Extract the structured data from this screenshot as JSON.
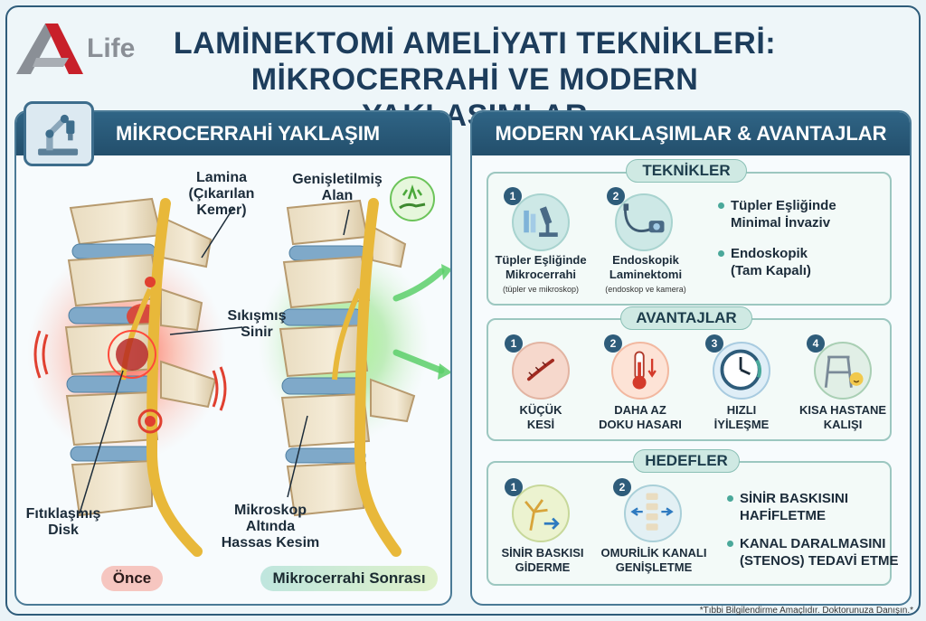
{
  "logo": {
    "text": "Life",
    "icon": "a-letter-logo"
  },
  "title": {
    "line1": "LAMİNEKTOMİ AMELİYATI TEKNİKLERİ:",
    "line2": "MİKROCERRAHİ VE MODERN YAKLAŞIMLAR"
  },
  "left_panel": {
    "heading": "MİKROCERRAHİ YAKLAŞIM",
    "icon": "robotic-arm-microscope-icon",
    "labels": {
      "lamina": "Lamina\n(Çıkarılan\nKemer)",
      "sikismis_sinir": "Sıkışmış\nSinir",
      "fitiklasmis_disk": "Fıtıklaşmış\nDisk",
      "genisletilmis_alan": "Genişletilmiş\nAlan",
      "mikroskop": "Mikroskop\nAltında\nHassas Kesim"
    },
    "before_label": "Önce",
    "after_label": "Mikrocerrahi Sonrası",
    "colors": {
      "inflammation": "#e8443a",
      "relief": "#7bd86a",
      "disc": "#7fa9c9",
      "nerve": "#e8b83a"
    }
  },
  "right_panel": {
    "heading": "MODERN YAKLAŞIMLAR & AVANTAJLAR",
    "techniques": {
      "tag": "TEKNİKLER",
      "items": [
        {
          "num": "1",
          "label": "Tüpler Eşliğinde\nMikrocerrahi",
          "sub": "(tüpler ve mikroskop)",
          "icon": "microscope-tubes-icon"
        },
        {
          "num": "2",
          "label": "Endoskopik\nLaminektomi",
          "sub": "(endoskop ve kamera)",
          "icon": "endoscope-camera-icon"
        }
      ],
      "bullets": [
        "Tüpler Eşliğinde\nMinimal İnvaziv",
        "Endoskopik\n(Tam Kapalı)"
      ]
    },
    "advantages": {
      "tag": "AVANTAJLAR",
      "items": [
        {
          "num": "1",
          "label": "KÜÇÜK\nKESİ",
          "icon": "small-incision-icon"
        },
        {
          "num": "2",
          "label": "DAHA AZ\nDOKU HASARI",
          "icon": "thermometer-icon"
        },
        {
          "num": "3",
          "label": "HIZLI\nİYİLEŞME",
          "icon": "clock-icon"
        },
        {
          "num": "4",
          "label": "KISA HASTANE\nKALIŞI",
          "icon": "walker-icon"
        }
      ]
    },
    "goals": {
      "tag": "HEDEFLER",
      "items": [
        {
          "num": "1",
          "label": "SİNİR BASKISI\nGİDERME",
          "icon": "nerve-relief-icon"
        },
        {
          "num": "2",
          "label": "OMURİLİK KANALI\nGENİŞLETME",
          "icon": "spinal-canal-icon"
        }
      ],
      "bullets": [
        "SİNİR BASKISINI\nHAFİFLETME",
        "KANAL DARALMASINI\n(STENOS) TEDAVİ ETME"
      ]
    }
  },
  "footer": "*Tıbbi Bilgilendirme Amaçlıdır. Doktorunuza Danışın.*"
}
